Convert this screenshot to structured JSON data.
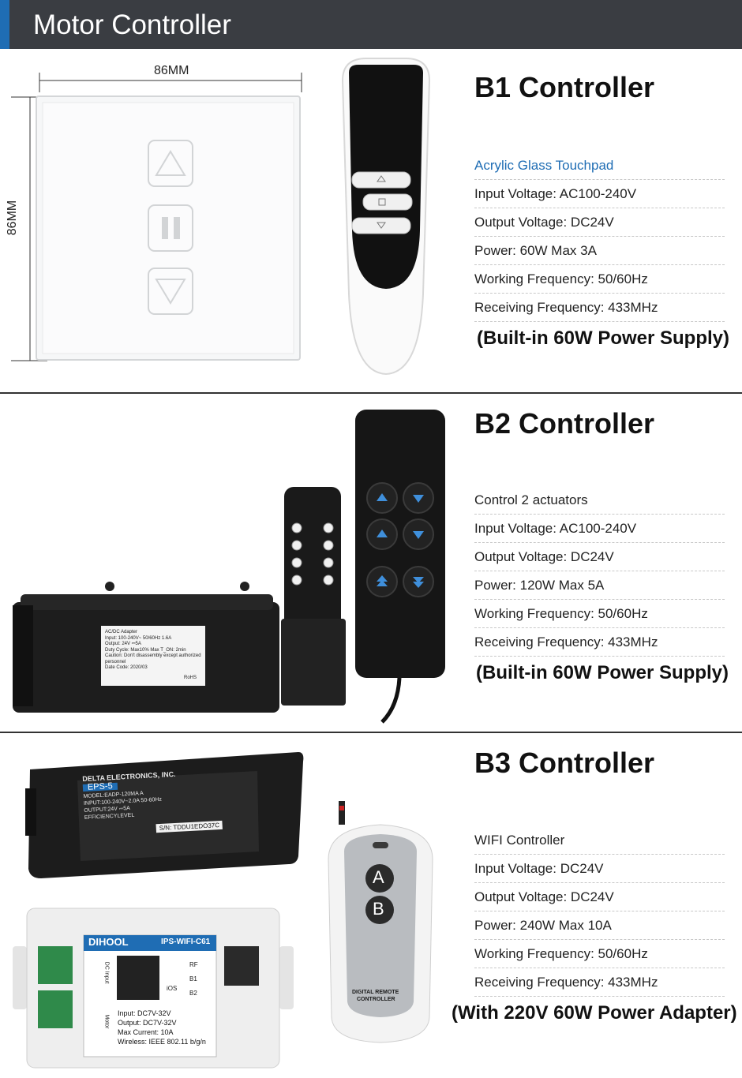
{
  "header": {
    "title": "Motor Controller"
  },
  "b1": {
    "title": "B1 Controller",
    "dim_width": "86MM",
    "dim_height": "86MM",
    "specs": [
      "Acrylic Glass Touchpad",
      "Input Voltage: AC100-240V",
      "Output Voltage: DC24V",
      "Power: 60W Max 3A",
      "Working Frequency: 50/60Hz",
      "Receiving Frequency: 433MHz"
    ],
    "note": "(Built-in 60W Power Supply)"
  },
  "b2": {
    "title": "B2 Controller",
    "specs": [
      "Control 2 actuators",
      "Input Voltage: AC100-240V",
      "Output Voltage: DC24V",
      "Power: 120W Max 5A",
      "Working Frequency: 50/60Hz",
      "Receiving Frequency: 433MHz"
    ],
    "note": "(Built-in 60W Power Supply)",
    "label_lines": [
      "AC/DC Adapter",
      "Input: 100-240V~ 50/60Hz 1.6A",
      "Output: 24V ⎓5A",
      "Duty Cycle: Max10% Max T_ON: 2min",
      "Caution: Don't disassembly except authorized",
      "personnel",
      "Date Code: 2020/03"
    ],
    "label_footer": "RoHS"
  },
  "b3": {
    "title": "B3 Controller",
    "specs": [
      "WIFI Controller",
      "Input Voltage: DC24V",
      "Output Voltage: DC24V",
      "Power: 240W Max 10A",
      "Working Frequency: 50/60Hz",
      "Receiving Frequency: 433MHz"
    ],
    "note": "(With 220V 60W Power Adapter)",
    "adapter": {
      "brand": "DELTA ELECTRONICS, INC.",
      "series": "EPS-5",
      "model": "MODEL:EADP-120MA A",
      "input": "INPUT:100-240V~2.0A 50-60Hz",
      "output": "OUTPUT:24V ⎓5A",
      "efficiency": "EFFICIENCYLEVEL",
      "serial": "S/N: TDDU1EDO37C"
    },
    "wifi": {
      "brand": "DIHOOL",
      "model": "IPS-WIFI-C61",
      "dc_input": "DC Input",
      "motor": "Motor",
      "rf": "RF",
      "b1": "B1",
      "b2": "B2",
      "ios": "iOS",
      "input": "Input: DC7V-32V",
      "output": "Output: DC7V-32V",
      "current": "Max Current: 10A",
      "wireless": "Wireless: IEEE 802.11 b/g/n"
    },
    "remote": {
      "btn_a": "A",
      "btn_b": "B",
      "line1": "DIGITAL REMOTE",
      "line2": "CONTROLLER"
    }
  }
}
